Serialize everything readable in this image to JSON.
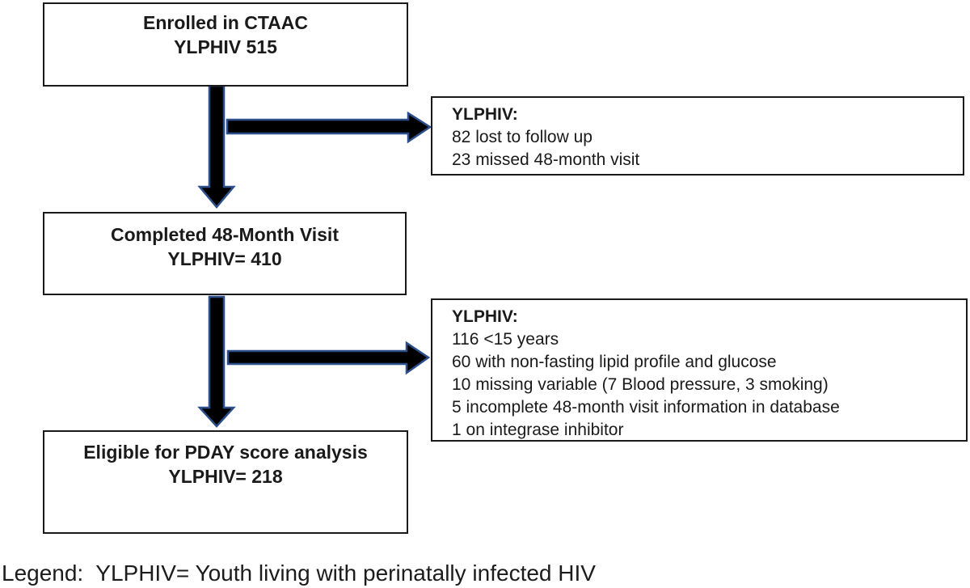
{
  "flowchart": {
    "boxes": {
      "enrolled": {
        "line1": "Enrolled in CTAAC",
        "line2": "YLPHIV 515"
      },
      "completed": {
        "line1": "Completed 48-Month Visit",
        "line2": "YLPHIV= 410"
      },
      "eligible": {
        "line1": "Eligible for PDAY score analysis",
        "line2": "YLPHIV= 218"
      },
      "exclusion1": {
        "heading": "YLPHIV:",
        "items": [
          "82 lost to follow up",
          "23 missed 48-month visit"
        ]
      },
      "exclusion2": {
        "heading": "YLPHIV:",
        "items": [
          "116 <15 years",
          "60 with non-fasting lipid profile and glucose",
          "10 missing variable (7 Blood pressure, 3 smoking)",
          "5 incomplete 48-month visit information in database",
          "1 on integrase inhibitor"
        ]
      }
    },
    "legend": "Legend:  YLPHIV= Youth living with perinatally infected HIV",
    "colors": {
      "arrow_fill": "#000000",
      "arrow_outline": "#2c4e8a",
      "box_border": "#1a1a1a",
      "background": "#ffffff"
    }
  }
}
